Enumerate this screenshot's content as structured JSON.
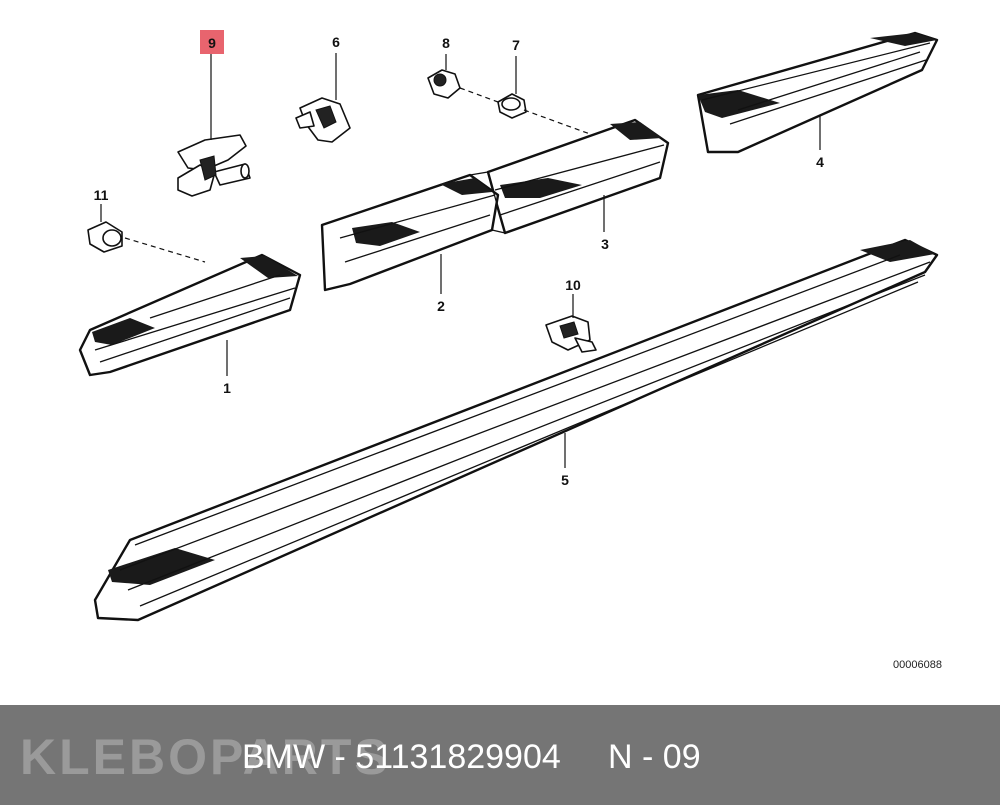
{
  "diagram": {
    "callouts": [
      {
        "id": "1",
        "label": "1"
      },
      {
        "id": "2",
        "label": "2"
      },
      {
        "id": "3",
        "label": "3"
      },
      {
        "id": "4",
        "label": "4"
      },
      {
        "id": "5",
        "label": "5"
      },
      {
        "id": "6",
        "label": "6"
      },
      {
        "id": "7",
        "label": "7"
      },
      {
        "id": "8",
        "label": "8"
      },
      {
        "id": "9",
        "label": "9",
        "highlighted": true
      },
      {
        "id": "10",
        "label": "10"
      },
      {
        "id": "11",
        "label": "11"
      }
    ],
    "code": "00006088",
    "highlight_color": "#e8646e"
  },
  "footer": {
    "brand_kleb": "KLEB",
    "brand_o": "O",
    "brand_parts": "PARTS",
    "text": "BMW - 51131829904     N - 09",
    "background": "#757575"
  }
}
